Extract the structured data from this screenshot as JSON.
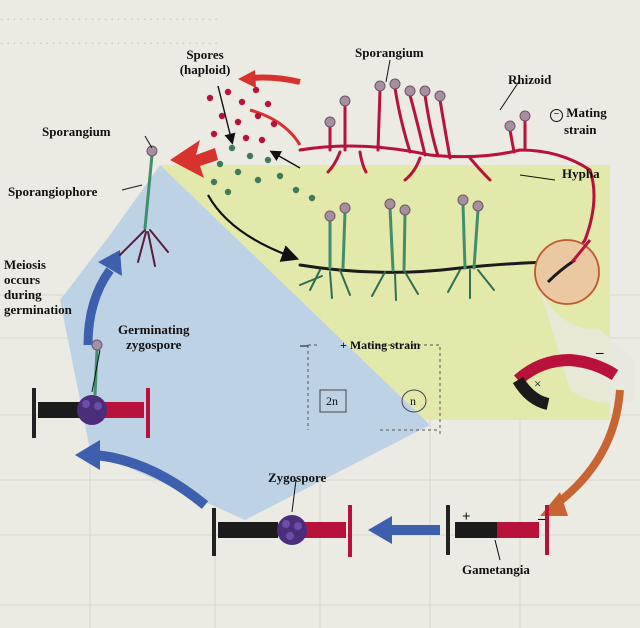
{
  "labels": {
    "spores": "Spores",
    "haploid": "(haploid)",
    "sporangium_top": "Sporangium",
    "rhizoid": "Rhizoid",
    "mating_minus": "Mating",
    "strain": "strain",
    "sporangium_left": "Sporangium",
    "sporangiophore": "Sporangiophore",
    "hypha": "Hypha",
    "meiosis_1": "Meiosis",
    "meiosis_2": "occurs",
    "meiosis_3": "during",
    "meiosis_4": "germination",
    "germinating_1": "Germinating",
    "germinating_2": "zygospore",
    "mating_plus": "+ Mating strain",
    "two_n": "2n",
    "n": "n",
    "zygospore": "Zygospore",
    "gametangia": "Gametangia",
    "plus_sign": "+",
    "minus_sign": "–",
    "times_sign": "×"
  },
  "colors": {
    "haploid_bg": "#e2e7a6",
    "diploid_bg": "#b9cfe6",
    "hypha": "#b8123c",
    "arrow_red": "#d8322f",
    "arrow_blue": "#3c5fae",
    "rhizoid": "#2f6e52",
    "stalk": "#3f8f6b",
    "sporangium": "#a78fa1"
  }
}
